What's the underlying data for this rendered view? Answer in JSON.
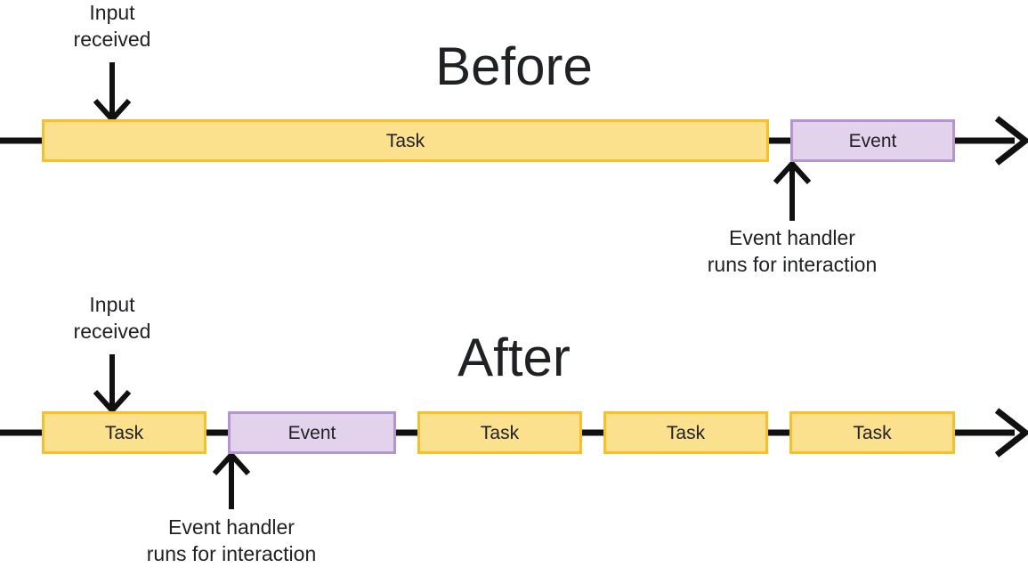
{
  "diagram": {
    "title_before": "Before",
    "title_after": "After",
    "colors": {
      "task_fill": "#FBE08E",
      "task_border": "#F5C02C",
      "event_fill": "#E3D2EC",
      "event_border": "#B495CE",
      "line": "#111111",
      "text": "#202124",
      "background": "#FFFFFF"
    },
    "before": {
      "title": "Before",
      "input_label": "Input\nreceived",
      "handler_label": "Event handler\nruns for interaction",
      "blocks": [
        {
          "type": "task",
          "label": "Task"
        },
        {
          "type": "event",
          "label": "Event"
        }
      ]
    },
    "after": {
      "title": "After",
      "input_label": "Input\nreceived",
      "handler_label": "Event handler\nruns for interaction",
      "blocks": [
        {
          "type": "task",
          "label": "Task"
        },
        {
          "type": "event",
          "label": "Event"
        },
        {
          "type": "task",
          "label": "Task"
        },
        {
          "type": "task",
          "label": "Task"
        },
        {
          "type": "task",
          "label": "Task"
        }
      ]
    }
  }
}
